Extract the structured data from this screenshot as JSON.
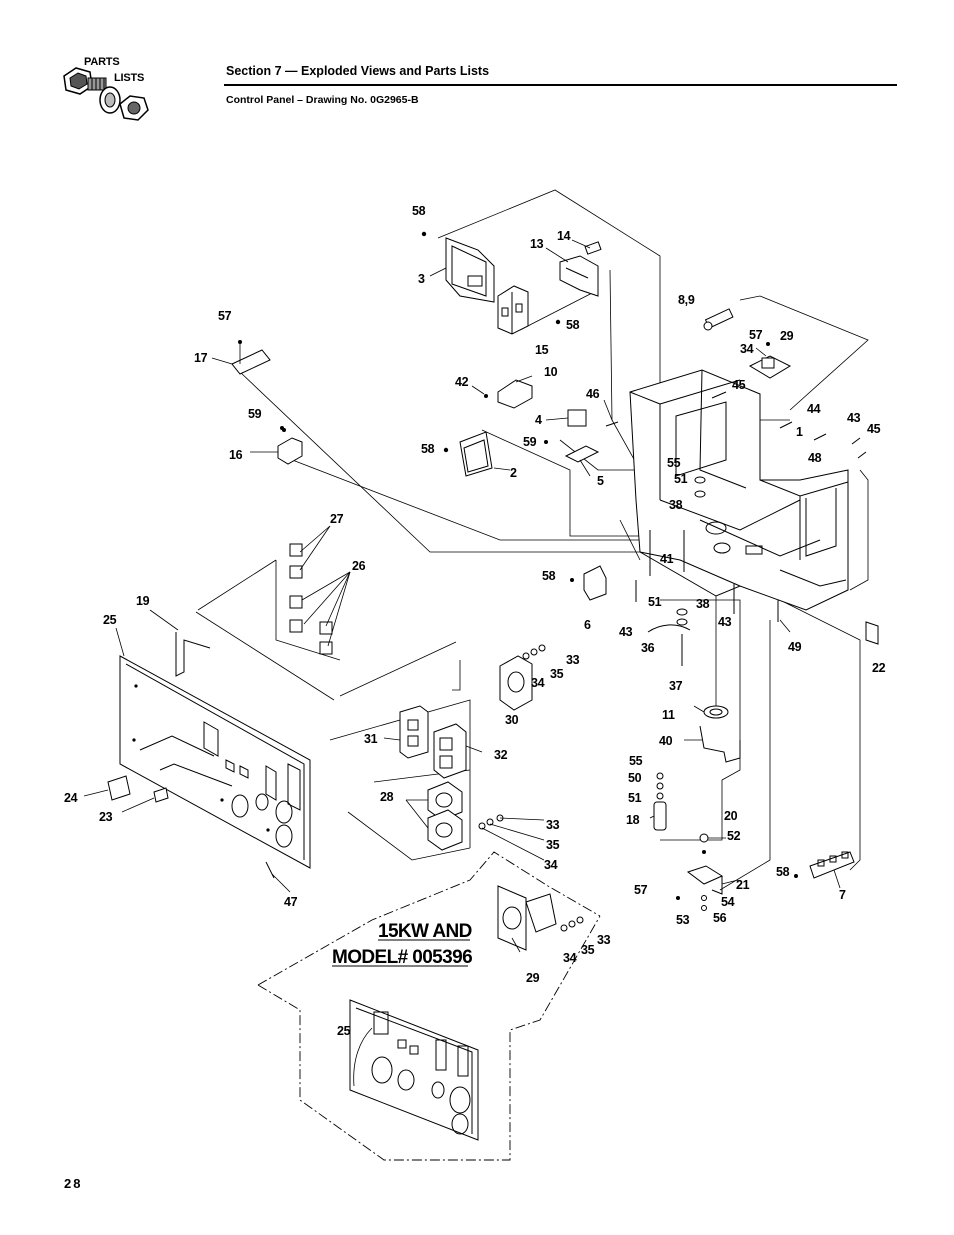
{
  "header": {
    "logo_line1": "PARTS",
    "logo_line2": "LISTS",
    "section_title": "Section 7 — Exploded Views and Parts Lists",
    "drawing_subtitle": "Control Panel – Drawing No. 0G2965-B"
  },
  "callouts": {
    "c58a": "58",
    "c3": "3",
    "c13": "13",
    "c14": "14",
    "c15": "15",
    "c58b": "58",
    "c89": "8,9",
    "c57a": "57",
    "c34a": "34",
    "c29a": "29",
    "c57b": "57",
    "c17": "17",
    "c10": "10",
    "c42": "42",
    "c45a": "45",
    "c46": "46",
    "c4": "4",
    "c44": "44",
    "c1": "1",
    "c43a": "43",
    "c45b": "45",
    "c48": "48",
    "c59a": "59",
    "c16": "16",
    "c58c": "58",
    "c2": "2",
    "c59b": "59",
    "c5": "5",
    "c55a": "55",
    "c51a": "51",
    "c38a": "38",
    "c27": "27",
    "c26": "26",
    "c41": "41",
    "c58d": "58",
    "c6": "6",
    "c19": "19",
    "c25a": "25",
    "c51b": "51",
    "c38b": "38",
    "c43b": "43",
    "c43c": "43",
    "c49": "49",
    "c36": "36",
    "c22": "22",
    "c33a": "33",
    "c34b": "34",
    "c35a": "35",
    "c37": "37",
    "c30": "30",
    "c11": "11",
    "c31": "31",
    "c32": "32",
    "c40": "40",
    "c55b": "55",
    "c50": "50",
    "c51c": "51",
    "c18": "18",
    "c28": "28",
    "c24": "24",
    "c23": "23",
    "c33b": "33",
    "c35b": "35",
    "c34c": "34",
    "c20": "20",
    "c52": "52",
    "c21": "21",
    "c58e": "58",
    "c7": "7",
    "c57c": "57",
    "c54": "54",
    "c53": "53",
    "c56": "56",
    "c47": "47",
    "c33c": "33",
    "c35c": "35",
    "c34d": "34",
    "c29b": "29",
    "c25b": "25"
  },
  "variant_note": {
    "line1": "15KW AND",
    "line2": "MODEL# 005396"
  },
  "page_number": "28"
}
